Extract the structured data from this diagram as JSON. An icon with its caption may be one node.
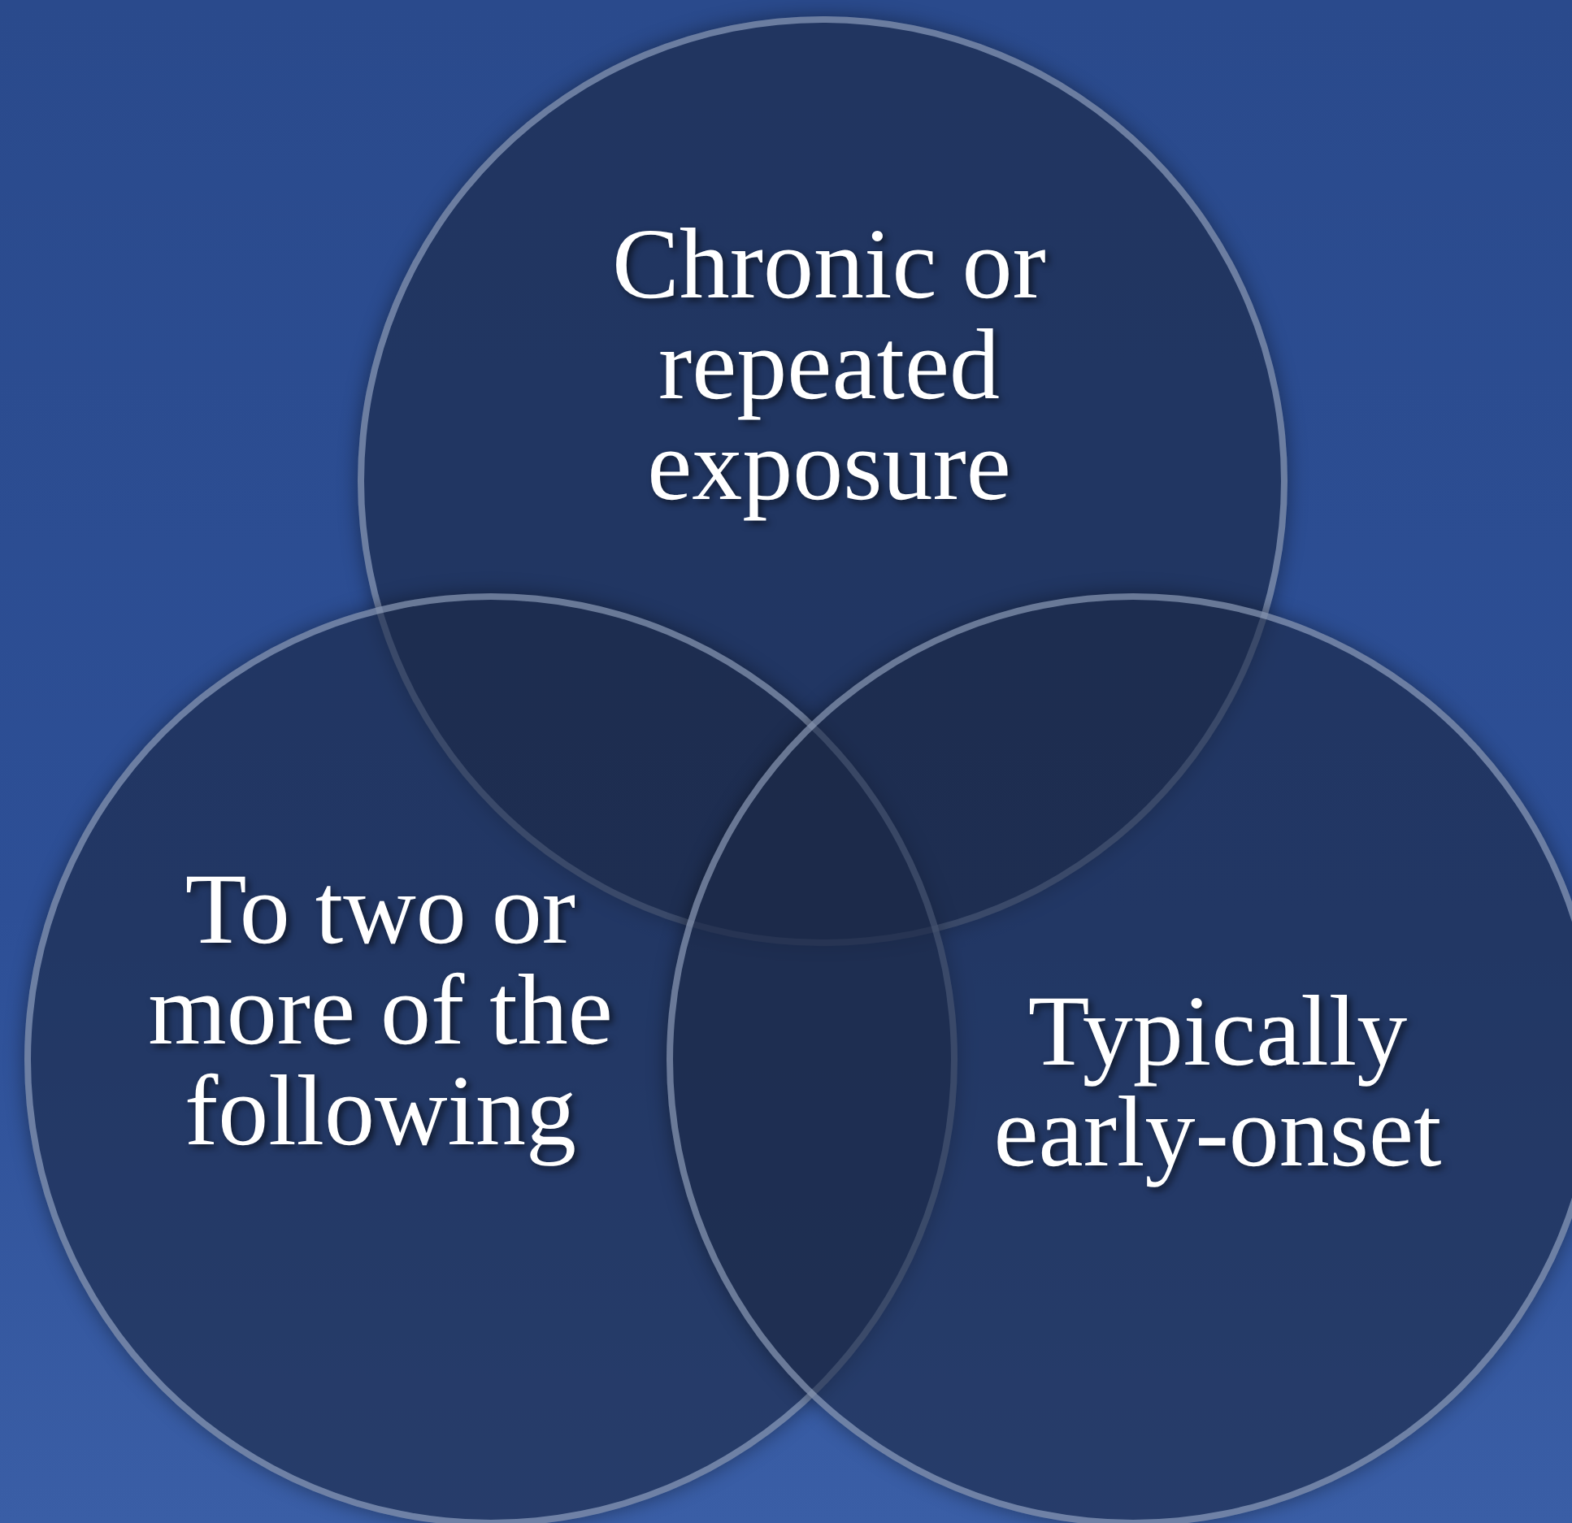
{
  "diagram": {
    "nodes": [
      {
        "text": [
          "Chronic or repeated exposure"
        ]
      },
      {
        "text": [
          "To two or more of the following"
        ]
      },
      {
        "text": [
          "Typically early-onset"
        ]
      }
    ]
  }
}
